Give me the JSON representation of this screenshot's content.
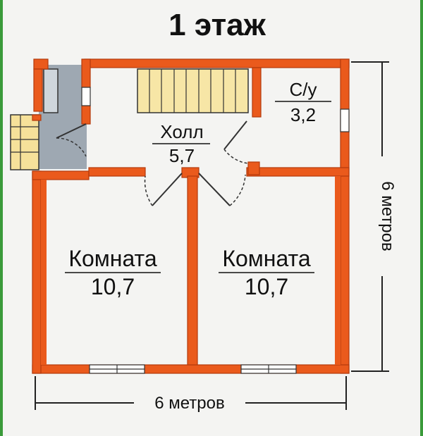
{
  "title": "1 этаж",
  "rooms": {
    "hall": {
      "name": "Холл",
      "area": "5,7"
    },
    "bathroom": {
      "name": "С/у",
      "area": "3,2"
    },
    "room_left": {
      "name": "Комната",
      "area": "10,7"
    },
    "room_right": {
      "name": "Комната",
      "area": "10,7"
    }
  },
  "dimensions": {
    "width": "6 метров",
    "height": "6 метров"
  },
  "colors": {
    "wall": "#ea5a1c",
    "wall_stroke": "#b33a0c",
    "stairs": "#f7e6a6",
    "porch": "#f6e19a",
    "vestibule": "#9ea8b2",
    "background": "#f4f4f2",
    "frame": "#3a9a3a"
  }
}
